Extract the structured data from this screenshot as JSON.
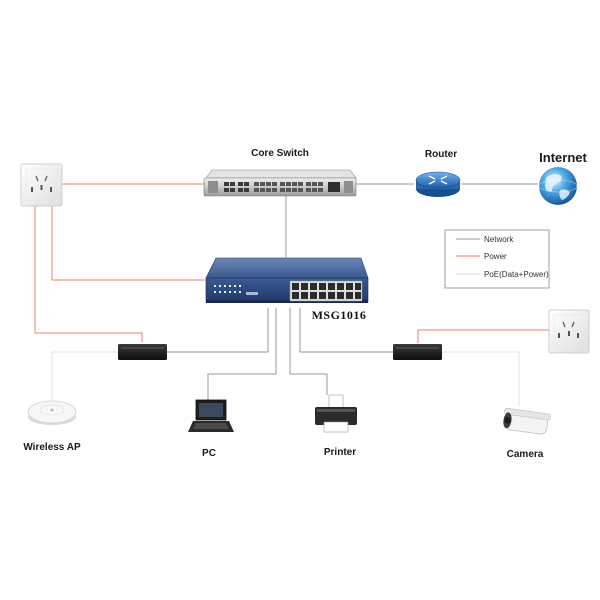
{
  "labels": {
    "core_switch": "Core Switch",
    "router": "Router",
    "internet": "Internet",
    "switch_model": "MSG1016",
    "wireless_ap": "Wireless AP",
    "pc": "PC",
    "printer": "Printer",
    "camera": "Camera"
  },
  "legend": {
    "network": "Network",
    "power": "Power",
    "poe": "PoE(Data+Power)"
  },
  "colors": {
    "network": "#9a9a9a",
    "power": "#e8806e",
    "poe": "#cfe6cf",
    "switch_body": "#2e4f86",
    "router_blue": "#2e74c9"
  },
  "icons": {
    "core_switch": "rack-switch-icon",
    "router": "router-icon",
    "internet": "globe-icon",
    "switch": "poe-switch-icon",
    "power_outlet": "power-outlet-icon",
    "power_adapter": "power-adapter-icon",
    "wireless_ap": "access-point-icon",
    "pc": "laptop-icon",
    "printer": "printer-icon",
    "camera": "camera-icon"
  }
}
